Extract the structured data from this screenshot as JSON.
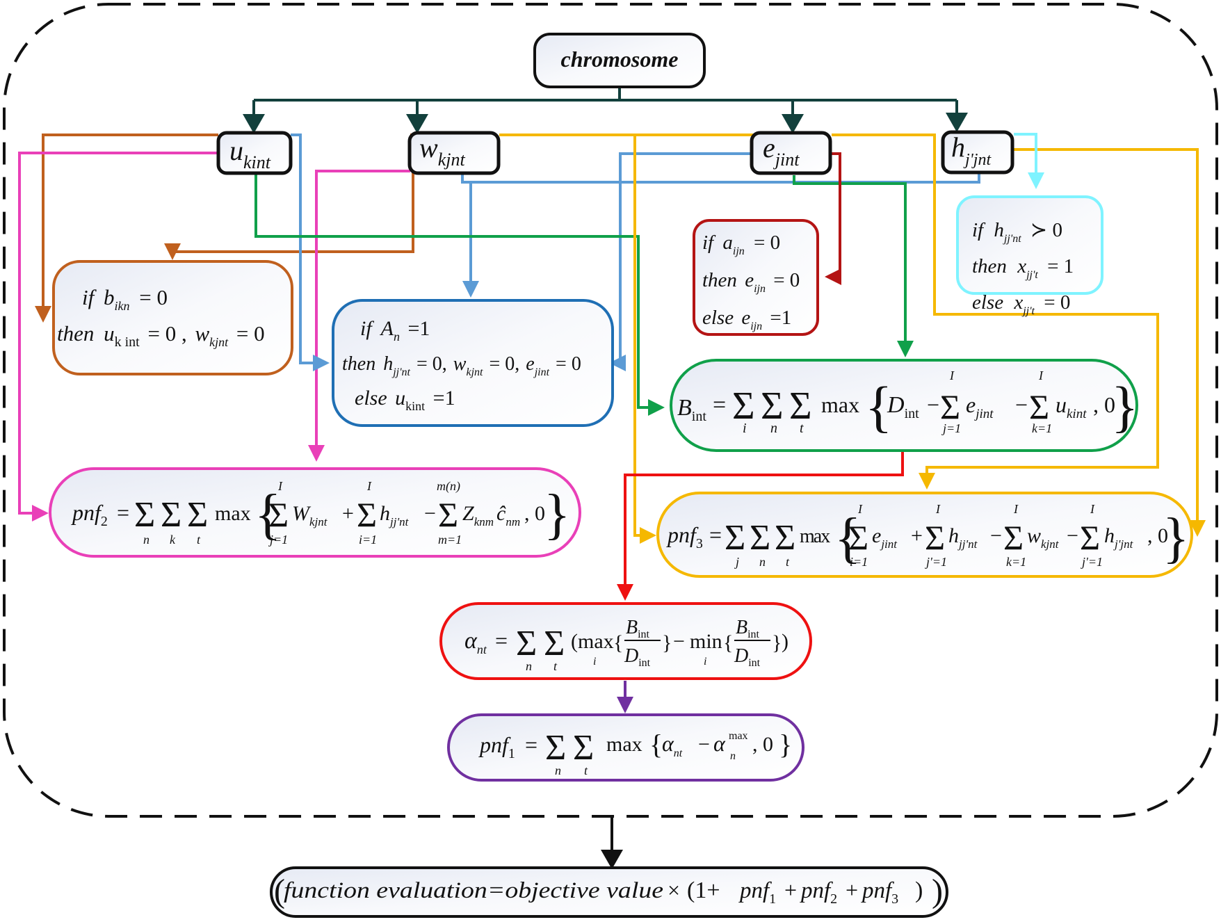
{
  "colors": {
    "trunk": "#12403c",
    "orange": "#c0601e",
    "pink": "#e940b8",
    "blue": "#5b9bd5",
    "darkblue": "#1f6fb4",
    "green": "#10a04a",
    "yellow": "#f5b800",
    "darkred": "#b41414",
    "cyan": "#7ff3ff",
    "red": "#ee1111",
    "purple": "#7030a0",
    "black": "#111111"
  },
  "root": {
    "label": "chromosome"
  },
  "genes": [
    {
      "id": "u",
      "base": "u",
      "sub": "kint"
    },
    {
      "id": "w",
      "base": "w",
      "sub": "kjnt"
    },
    {
      "id": "e",
      "base": "e",
      "sub": "jint"
    },
    {
      "id": "h",
      "base": "h",
      "sub": "j'jnt"
    }
  ],
  "rules": {
    "b_rule": {
      "line1": {
        "kw": "if",
        "var": "b",
        "sub": "ikn",
        "rest": "= 0"
      },
      "line2": {
        "kw": "then",
        "var": "u",
        "sub": "k int",
        "mid": "= 0 ,",
        "var2": "w",
        "sub2": "kjnt",
        "rest": "= 0"
      }
    },
    "A_rule": {
      "line1": {
        "kw": "if",
        "var": "A",
        "sub": "n",
        "rest": "=1"
      },
      "line2": {
        "kw": "then",
        "var": "h",
        "sub": "jj'nt",
        "mid": "= 0,",
        "var2": "w",
        "sub2": "kjnt",
        "mid2": "= 0,",
        "var3": "e",
        "sub3": "jint",
        "rest": "= 0"
      },
      "line3": {
        "kw": "else",
        "var": "u",
        "sub": "kint",
        "rest": "=1"
      }
    },
    "a_rule": {
      "line1": {
        "kw": "if",
        "var": "a",
        "sub": "ijn",
        "rest": "= 0"
      },
      "line2": {
        "kw": "then",
        "var": "e",
        "sub": "ijn",
        "rest": "= 0"
      },
      "line3": {
        "kw": "else",
        "var": "e",
        "sub": "ijn",
        "rest": "=1"
      }
    },
    "h_rule": {
      "line1": {
        "kw": "if",
        "var": "h",
        "sub": "jj'nt",
        "rest": "≻ 0"
      },
      "line2": {
        "kw": "then",
        "var": "x",
        "sub": "jj't",
        "rest": "= 1"
      },
      "line3": {
        "kw": "else",
        "var": "x",
        "sub": "jj't",
        "rest": "= 0"
      }
    }
  },
  "formulas": {
    "B": {
      "lhs": "B",
      "lhs_sub": "int",
      "eq": "=",
      "sums": [
        "i",
        "n",
        "t"
      ],
      "op": "max",
      "t1": "D",
      "t1_sub": "int",
      "s1_top": "I",
      "s1_bot": "j=1",
      "s1_var": "e",
      "s1_sub": "jint",
      "s2_top": "I",
      "s2_bot": "k=1",
      "s2_var": "u",
      "s2_sub": "kint",
      "tail": ", 0"
    },
    "pnf2": {
      "lhs": "pnf",
      "lhs_sub": "2",
      "eq": "=",
      "sums": [
        "n",
        "k",
        "t"
      ],
      "op": "max",
      "s1_top": "I",
      "s1_bot": "j=1",
      "s1_var": "W",
      "s1_sub": "kjnt",
      "s2_top": "I",
      "s2_bot": "i=1",
      "s2_var": "h",
      "s2_sub": "jj'nt",
      "s3_top": "m(n)",
      "s3_bot": "m=1",
      "s3_var": "Z",
      "s3_sub": "knm",
      "s3_var2": "ĉ",
      "s3_sub2": "nm",
      "tail": ", 0"
    },
    "pnf3": {
      "lhs": "pnf",
      "lhs_sub": "3",
      "eq": "=",
      "sums": [
        "j",
        "n",
        "t"
      ],
      "op": "max",
      "s1_top": "I",
      "s1_bot": "i=1",
      "s1_var": "e",
      "s1_sub": "jint",
      "s2_top": "I",
      "s2_bot": "j'=1",
      "s2_var": "h",
      "s2_sub": "jj'nt",
      "s3_top": "I",
      "s3_bot": "k=1",
      "s3_var": "w",
      "s3_sub": "kjnt",
      "s4_top": "I",
      "s4_bot": "j'=1",
      "s4_var": "h",
      "s4_sub": "j'jnt",
      "tail": ", 0"
    },
    "alpha": {
      "lhs": "α",
      "lhs_sub": "nt",
      "eq": "=",
      "sums": [
        "n",
        "t"
      ],
      "op1": "(max",
      "op1_sub": "i",
      "num": "B",
      "num_sub": "int",
      "den": "D",
      "den_sub": "int",
      "minus": "−",
      "op2": "min",
      "op2_sub": "i",
      "close": ")"
    },
    "pnf1": {
      "lhs": "pnf",
      "lhs_sub": "1",
      "eq": "=",
      "sums": [
        "n",
        "t"
      ],
      "op": "max",
      "v1": "α",
      "v1_sub": "nt",
      "v2": "α",
      "v2_sub": "n",
      "v2_sup": "max",
      "tail": ", 0"
    }
  },
  "final": {
    "label": "function evaluation=objective value",
    "times": "×",
    "open": "(1+",
    "p1": "pnf",
    "p1_sub": "1",
    "plus": "+",
    "p2": "pnf",
    "p2_sub": "2",
    "p3": "pnf",
    "p3_sub": "3",
    "close": ")"
  }
}
